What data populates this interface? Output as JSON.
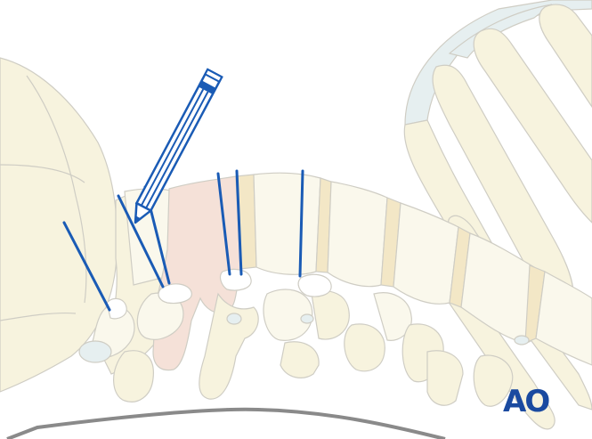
{
  "illustration": {
    "subject": "Lateral view of lumbar spine with sacrum/pelvis and lower rib cage, percutaneous guide wires inserted, skin marker pen",
    "logo": {
      "text": "AO",
      "color": "#1a4aa0"
    },
    "colors": {
      "bone_fill": "#f7f3de",
      "bone_fill_light": "#faf8ec",
      "bone_outline": "#cfcdc4",
      "disc_fill": "#f3e7c6",
      "fractured_vertebra_fill": "#f5e1d8",
      "cartilage_fill": "#e6eff0",
      "wire_color": "#1a5bb5",
      "pen_color": "#1a5bb5",
      "skin_line": "#8a8a8a",
      "background": "#ffffff"
    },
    "elements": {
      "guide_wires_count": 6,
      "marker_pen": "skin marker pen",
      "highlighted_vertebra": "fractured vertebral body (pink)",
      "skin_contour": "patient back skin line"
    }
  }
}
